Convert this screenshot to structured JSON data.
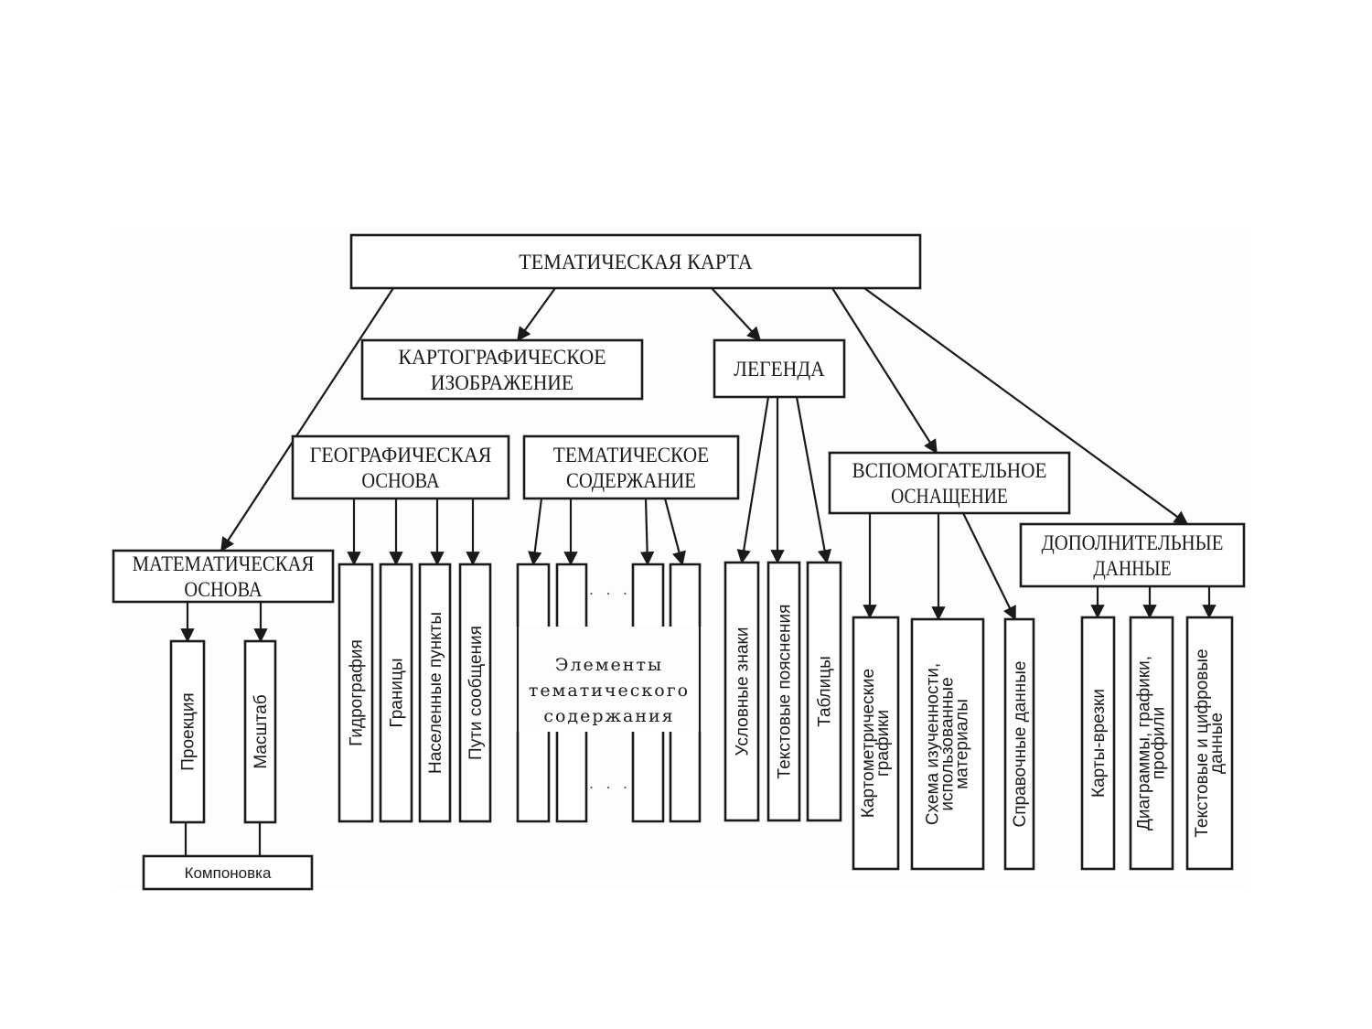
{
  "diagram": {
    "root": {
      "id": "thematic-map",
      "label": [
        "ТЕМАТИЧЕСКАЯ КАРТА"
      ]
    },
    "level1": [
      {
        "id": "cartographic-image",
        "label": [
          "КАРТОГРАФИЧЕСКОЕ",
          "ИЗОБРАЖЕНИЕ"
        ]
      },
      {
        "id": "legend",
        "label": [
          "ЛЕГЕНДА"
        ]
      },
      {
        "id": "mathematical-basis",
        "label": [
          "МАТЕМАТИЧЕСКАЯ",
          "ОСНОВА"
        ]
      },
      {
        "id": "auxiliary-equipment",
        "label": [
          "ВСПОМОГАТЕЛЬНОЕ",
          "ОСНАЩЕНИЕ"
        ]
      },
      {
        "id": "additional-data",
        "label": [
          "ДОПОЛНИТЕЛЬНЫЕ",
          "ДАННЫЕ"
        ]
      }
    ],
    "level2": [
      {
        "id": "geographic-basis",
        "label": [
          "ГЕОГРАФИЧЕСКАЯ",
          "ОСНОВА"
        ]
      },
      {
        "id": "thematic-content",
        "label": [
          "ТЕМАТИЧЕСКОЕ",
          "СОДЕРЖАНИЕ"
        ]
      }
    ],
    "leaves": {
      "mathematical-basis": [
        {
          "id": "projection",
          "label": [
            "Проекция"
          ]
        },
        {
          "id": "scale",
          "label": [
            "Масштаб"
          ]
        }
      ],
      "geographic-basis": [
        {
          "id": "hydrography",
          "label": [
            "Гидрография"
          ]
        },
        {
          "id": "borders",
          "label": [
            "Границы"
          ]
        },
        {
          "id": "settlements",
          "label": [
            "Населенные пункты"
          ]
        },
        {
          "id": "transport-routes",
          "label": [
            "Пути сообщения"
          ]
        }
      ],
      "thematic-content": {
        "label": [
          "Элементы",
          "тематического",
          "содержания"
        ],
        "ellipsis": "· · ·",
        "column_count": 4
      },
      "legend": [
        {
          "id": "symbols",
          "label": [
            "Условные знаки"
          ]
        },
        {
          "id": "text-explanations",
          "label": [
            "Текстовые пояснения"
          ]
        },
        {
          "id": "tables",
          "label": [
            "Таблицы"
          ]
        }
      ],
      "auxiliary-equipment": [
        {
          "id": "cartometric-graphs",
          "label": [
            "Картометрические",
            "графики"
          ]
        },
        {
          "id": "study-scheme",
          "label": [
            "Схема изученности,",
            "использованные",
            "материалы"
          ]
        },
        {
          "id": "reference-data",
          "label": [
            "Справочные данные"
          ]
        }
      ],
      "additional-data": [
        {
          "id": "inset-maps",
          "label": [
            "Карты-врезки"
          ]
        },
        {
          "id": "diagrams-graphs-profiles",
          "label": [
            "Диаграммы, графики,",
            "профили"
          ]
        },
        {
          "id": "text-numeric-data",
          "label": [
            "Текстовые и цифровые",
            "данные"
          ]
        }
      ]
    },
    "layout_node": {
      "id": "layout",
      "label": [
        "Компоновка"
      ]
    },
    "edges": [
      [
        "thematic-map",
        "cartographic-image"
      ],
      [
        "thematic-map",
        "legend"
      ],
      [
        "thematic-map",
        "mathematical-basis"
      ],
      [
        "thematic-map",
        "auxiliary-equipment"
      ],
      [
        "thematic-map",
        "additional-data"
      ],
      [
        "mathematical-basis",
        "projection"
      ],
      [
        "mathematical-basis",
        "scale"
      ],
      [
        "geographic-basis",
        "hydrography"
      ],
      [
        "geographic-basis",
        "borders"
      ],
      [
        "geographic-basis",
        "settlements"
      ],
      [
        "geographic-basis",
        "transport-routes"
      ],
      [
        "thematic-content",
        "tc-col-1"
      ],
      [
        "thematic-content",
        "tc-col-2"
      ],
      [
        "thematic-content",
        "tc-col-3"
      ],
      [
        "thematic-content",
        "tc-col-4"
      ],
      [
        "legend",
        "symbols"
      ],
      [
        "legend",
        "text-explanations"
      ],
      [
        "legend",
        "tables"
      ],
      [
        "auxiliary-equipment",
        "cartometric-graphs"
      ],
      [
        "auxiliary-equipment",
        "study-scheme"
      ],
      [
        "auxiliary-equipment",
        "reference-data"
      ],
      [
        "additional-data",
        "inset-maps"
      ],
      [
        "additional-data",
        "diagrams-graphs-profiles"
      ],
      [
        "additional-data",
        "text-numeric-data"
      ]
    ],
    "undirected_links": [
      [
        "projection",
        "layout"
      ],
      [
        "scale",
        "layout"
      ]
    ]
  }
}
